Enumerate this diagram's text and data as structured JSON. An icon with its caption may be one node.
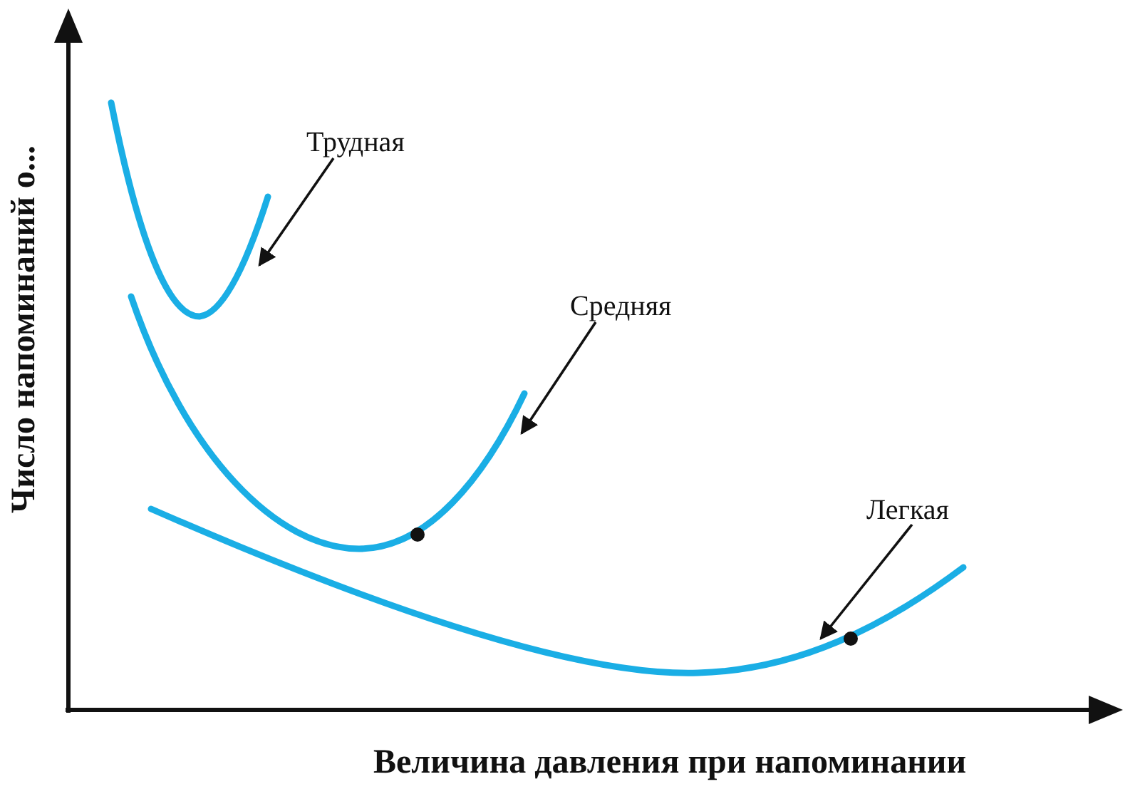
{
  "diagram": {
    "nodes": [
      {
        "text": [
          "Трудная"
        ]
      },
      {
        "text": [],
        "shape": "curve"
      },
      {
        "text": [
          "Средняя"
        ]
      },
      {
        "text": [],
        "shape": "curve"
      },
      {
        "text": [
          "Легкая"
        ]
      },
      {
        "text": [],
        "shape": "curve"
      }
    ],
    "edges": [
      {
        "from": 0,
        "to": 1,
        "arrow": "to"
      },
      {
        "from": 2,
        "to": 3,
        "arrow": "to"
      },
      {
        "from": 4,
        "to": 5,
        "arrow": "to"
      }
    ],
    "labels": [
      "Число напоминаний о...",
      "Величина давления при напоминании"
    ]
  }
}
